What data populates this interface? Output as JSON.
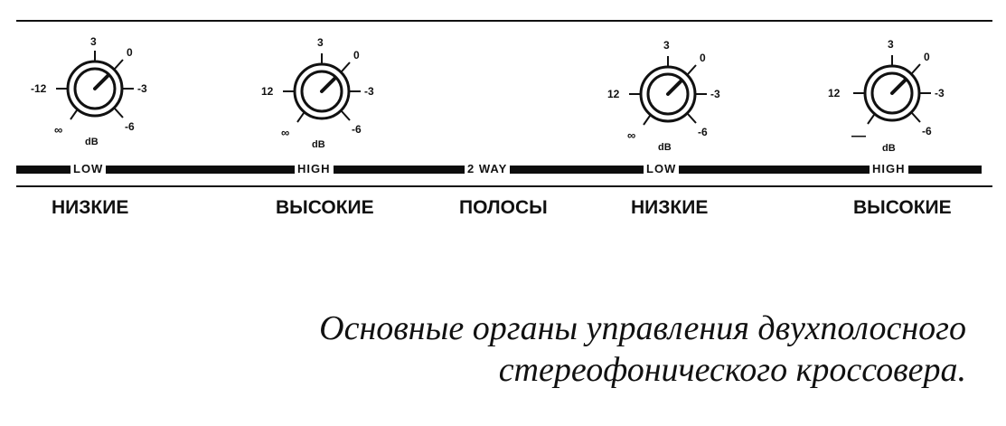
{
  "knobs": [
    {
      "scale": {
        "top": "3",
        "right_top": "0",
        "right": "-3",
        "right_bottom": "-6",
        "left": "-12",
        "left_bottom": "∞",
        "unit": "dB"
      },
      "pointer_angle": 45
    },
    {
      "scale": {
        "top": "3",
        "right_top": "0",
        "right": "-3",
        "right_bottom": "-6",
        "left": "12",
        "left_bottom": "∞",
        "unit": "dB"
      },
      "pointer_angle": 45
    },
    {
      "scale": {
        "top": "3",
        "right_top": "0",
        "right": "-3",
        "right_bottom": "-6",
        "left": "12",
        "left_bottom": "∞",
        "unit": "dB"
      },
      "pointer_angle": 45
    },
    {
      "scale": {
        "top": "3",
        "right_top": "0",
        "right": "-3",
        "right_bottom": "-6",
        "left": "12",
        "left_bottom": "—",
        "unit": "dB"
      },
      "pointer_angle": 45
    }
  ],
  "bands": {
    "low_left": "LOW",
    "high_left": "HIGH",
    "two_way": "2 WAY",
    "low_right": "LOW",
    "high_right": "HIGH"
  },
  "sections": {
    "low_left": "НИЗКИЕ",
    "high_left": "ВЫСОКИЕ",
    "two_way": "ПОЛОСЫ",
    "low_right": "НИЗКИЕ",
    "high_right": "ВЫСОКИЕ"
  },
  "caption": {
    "line1": "Основные органы управления двухполосного",
    "line2": "стереофонического кроссовера."
  },
  "colors": {
    "ink": "#111111",
    "background": "#ffffff"
  }
}
